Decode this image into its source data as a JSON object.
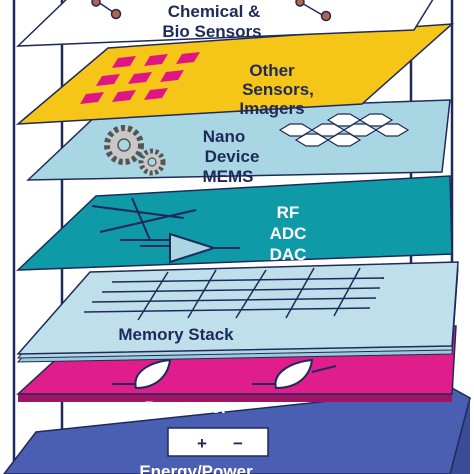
{
  "colors": {
    "background": "#ffffff",
    "outline": "#1f2a5a",
    "chemical_layer": "#ffffff",
    "sensor_layer": "#f5c518",
    "sensor_pixel": "#e01585",
    "sensor_text": "#1f2a5a",
    "nano_layer": "#a9d6e3",
    "rf_layer": "#0f9aa8",
    "rf_text": "#ffffff",
    "memory_layer": "#bfe0ea",
    "processor_layer": "#df1d8b",
    "processor_text": "#ffffff",
    "energy_layer": "#4a5fb2",
    "energy_side": "#3a4c98",
    "molecule": "#b0654a"
  },
  "layers": {
    "chemical": {
      "line1": "Chemical &",
      "line2": "Bio Sensors"
    },
    "sensors": {
      "line1": "Other",
      "line2": "Sensors,",
      "line3": "Imagers"
    },
    "nano": {
      "line1": "Nano",
      "line2": "Device",
      "line3": "MEMS"
    },
    "rf": {
      "line1": "RF",
      "line2": "ADC",
      "line3": "DAC"
    },
    "memory": {
      "label": "Memory Stack"
    },
    "processor": {
      "label": "Processor"
    },
    "energy": {
      "label": "Energy/Power",
      "plus": "+",
      "minus": "−"
    }
  },
  "icons": {
    "molecule": "molecule-icon",
    "gears": "gear-icon",
    "hexagons": "hexagon-grid-icon",
    "amplifier": "amplifier-icon",
    "memory_grid": "memory-grid-icon",
    "transistor": "transistor-icon"
  }
}
